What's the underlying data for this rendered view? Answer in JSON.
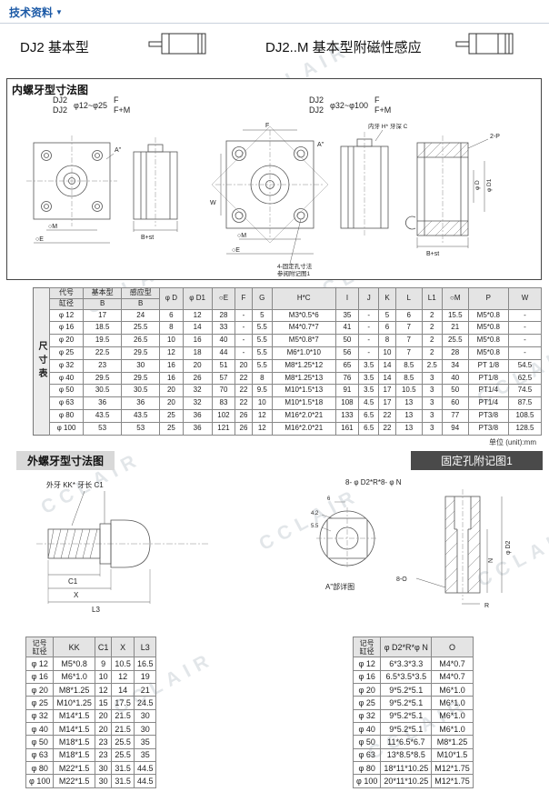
{
  "top_nav": {
    "label": "技术资料",
    "arrow": "▼"
  },
  "watermark": {
    "text": "CCLAIR"
  },
  "products": [
    {
      "title": "DJ2 基本型"
    },
    {
      "title": "DJ2..M 基本型附磁性感应"
    }
  ],
  "internal_section": {
    "title": "内螺牙型寸法图",
    "variant_small": {
      "model1": "DJ2",
      "model2": "DJ2",
      "range": "φ12~φ25",
      "opt1": "F",
      "opt2": "F+M"
    },
    "variant_large": {
      "model1": "DJ2",
      "model2": "DJ2",
      "range": "φ32~φ100",
      "opt1": "F",
      "opt2": "F+M"
    },
    "labels": {
      "a_small": "A\"",
      "m_small": "○M",
      "e_small": "○E",
      "bst_small": "B+st",
      "f": "F",
      "w": "W",
      "m_large": "○M",
      "e_large": "○E",
      "a_large": "A\"",
      "thread_note": "内牙 H* 牙深 C",
      "fix_note1": "4-固定孔寸法",
      "fix_note2": "参阅附记图1",
      "port": "2-P",
      "bst_large": "B+st",
      "rod_d": "φ D",
      "rod_d1": "φ D1"
    }
  },
  "main_table": {
    "side_label": "尺寸表",
    "header": {
      "col1_top": "代号",
      "col1_bottom": "缸径",
      "basic": "基本型",
      "sensor": "感应型",
      "b": "B",
      "cols": [
        "φ D",
        "φ D1",
        "○E",
        "F",
        "G",
        "H*C",
        "I",
        "J",
        "K",
        "L",
        "L1",
        "○M",
        "P",
        "W"
      ]
    },
    "rows": [
      [
        "φ 12",
        "17",
        "24",
        "6",
        "12",
        "28",
        "-",
        "5",
        "M3*0.5*6",
        "35",
        "-",
        "5",
        "6",
        "2",
        "15.5",
        "M5*0.8",
        "-"
      ],
      [
        "φ 16",
        "18.5",
        "25.5",
        "8",
        "14",
        "33",
        "-",
        "5.5",
        "M4*0.7*7",
        "41",
        "-",
        "6",
        "7",
        "2",
        "21",
        "M5*0.8",
        "-"
      ],
      [
        "φ 20",
        "19.5",
        "26.5",
        "10",
        "16",
        "40",
        "-",
        "5.5",
        "M5*0.8*7",
        "50",
        "-",
        "8",
        "7",
        "2",
        "25.5",
        "M5*0.8",
        "-"
      ],
      [
        "φ 25",
        "22.5",
        "29.5",
        "12",
        "18",
        "44",
        "-",
        "5.5",
        "M6*1.0*10",
        "56",
        "-",
        "10",
        "7",
        "2",
        "28",
        "M5*0.8",
        "-"
      ],
      [
        "φ 32",
        "23",
        "30",
        "16",
        "20",
        "51",
        "20",
        "5.5",
        "M8*1.25*12",
        "65",
        "3.5",
        "14",
        "8.5",
        "2.5",
        "34",
        "PT 1/8",
        "54.5"
      ],
      [
        "φ 40",
        "29.5",
        "29.5",
        "16",
        "26",
        "57",
        "22",
        "8",
        "M8*1.25*13",
        "76",
        "3.5",
        "14",
        "8.5",
        "3",
        "40",
        "PT1/8",
        "62.5"
      ],
      [
        "φ 50",
        "30.5",
        "30.5",
        "20",
        "32",
        "70",
        "22",
        "9.5",
        "M10*1.5*13",
        "91",
        "3.5",
        "17",
        "10.5",
        "3",
        "50",
        "PT1/4",
        "74.5"
      ],
      [
        "φ 63",
        "36",
        "36",
        "20",
        "32",
        "83",
        "22",
        "10",
        "M10*1.5*18",
        "108",
        "4.5",
        "17",
        "13",
        "3",
        "60",
        "PT1/4",
        "87.5"
      ],
      [
        "φ 80",
        "43.5",
        "43.5",
        "25",
        "36",
        "102",
        "26",
        "12",
        "M16*2.0*21",
        "133",
        "6.5",
        "22",
        "13",
        "3",
        "77",
        "PT3/8",
        "108.5"
      ],
      [
        "φ 100",
        "53",
        "53",
        "25",
        "36",
        "121",
        "26",
        "12",
        "M16*2.0*21",
        "161",
        "6.5",
        "22",
        "13",
        "3",
        "94",
        "PT3/8",
        "128.5"
      ]
    ]
  },
  "unit_note": "单位 (unit):mm",
  "external_section": {
    "title": "外螺牙型寸法图",
    "thread_label": "外牙 KK* 牙长 C1",
    "dim_c1": "C1",
    "dim_x": "X",
    "dim_l3": "L3"
  },
  "fixing_section": {
    "title": "固定孔附记图1",
    "top_label": "8- φ D2*R*8- φ N",
    "detail_label": "A\"部详图",
    "label_o": "8-O",
    "label_r": "R",
    "label_d2": "φ D2",
    "label_n": "N",
    "detail_dims": {
      "d1": "6",
      "d2": "4.2",
      "d3": "5.5"
    }
  },
  "kk_table": {
    "header": {
      "col1_top": "记号",
      "col1_bottom": "缸径",
      "cols": [
        "KK",
        "C1",
        "X",
        "L3"
      ]
    },
    "rows": [
      [
        "φ 12",
        "M5*0.8",
        "9",
        "10.5",
        "16.5"
      ],
      [
        "φ 16",
        "M6*1.0",
        "10",
        "12",
        "19"
      ],
      [
        "φ 20",
        "M8*1.25",
        "12",
        "14",
        "21"
      ],
      [
        "φ 25",
        "M10*1.25",
        "15",
        "17.5",
        "24.5"
      ],
      [
        "φ 32",
        "M14*1.5",
        "20",
        "21.5",
        "30"
      ],
      [
        "φ 40",
        "M14*1.5",
        "20",
        "21.5",
        "30"
      ],
      [
        "φ 50",
        "M18*1.5",
        "23",
        "25.5",
        "35"
      ],
      [
        "φ 63",
        "M18*1.5",
        "23",
        "25.5",
        "35"
      ],
      [
        "φ 80",
        "M22*1.5",
        "30",
        "31.5",
        "44.5"
      ],
      [
        "φ 100",
        "M22*1.5",
        "30",
        "31.5",
        "44.5"
      ]
    ]
  },
  "fix_table": {
    "header": {
      "col1_top": "记号",
      "col1_bottom": "缸径",
      "cols": [
        "φ D2*R*φ N",
        "O"
      ]
    },
    "rows": [
      [
        "φ 12",
        "6*3.3*3.3",
        "M4*0.7"
      ],
      [
        "φ 16",
        "6.5*3.5*3.5",
        "M4*0.7"
      ],
      [
        "φ 20",
        "9*5.2*5.1",
        "M6*1.0"
      ],
      [
        "φ 25",
        "9*5.2*5.1",
        "M6*1.0"
      ],
      [
        "φ 32",
        "9*5.2*5.1",
        "M6*1.0"
      ],
      [
        "φ 40",
        "9*5.2*5.1",
        "M6*1.0"
      ],
      [
        "φ 50",
        "11*6.5*6.7",
        "M8*1.25"
      ],
      [
        "φ 63",
        "13*8.5*8.5",
        "M10*1.5"
      ],
      [
        "φ 80",
        "18*11*10.25",
        "M12*1.75"
      ],
      [
        "φ 100",
        "20*11*10.25",
        "M12*1.75"
      ]
    ]
  }
}
